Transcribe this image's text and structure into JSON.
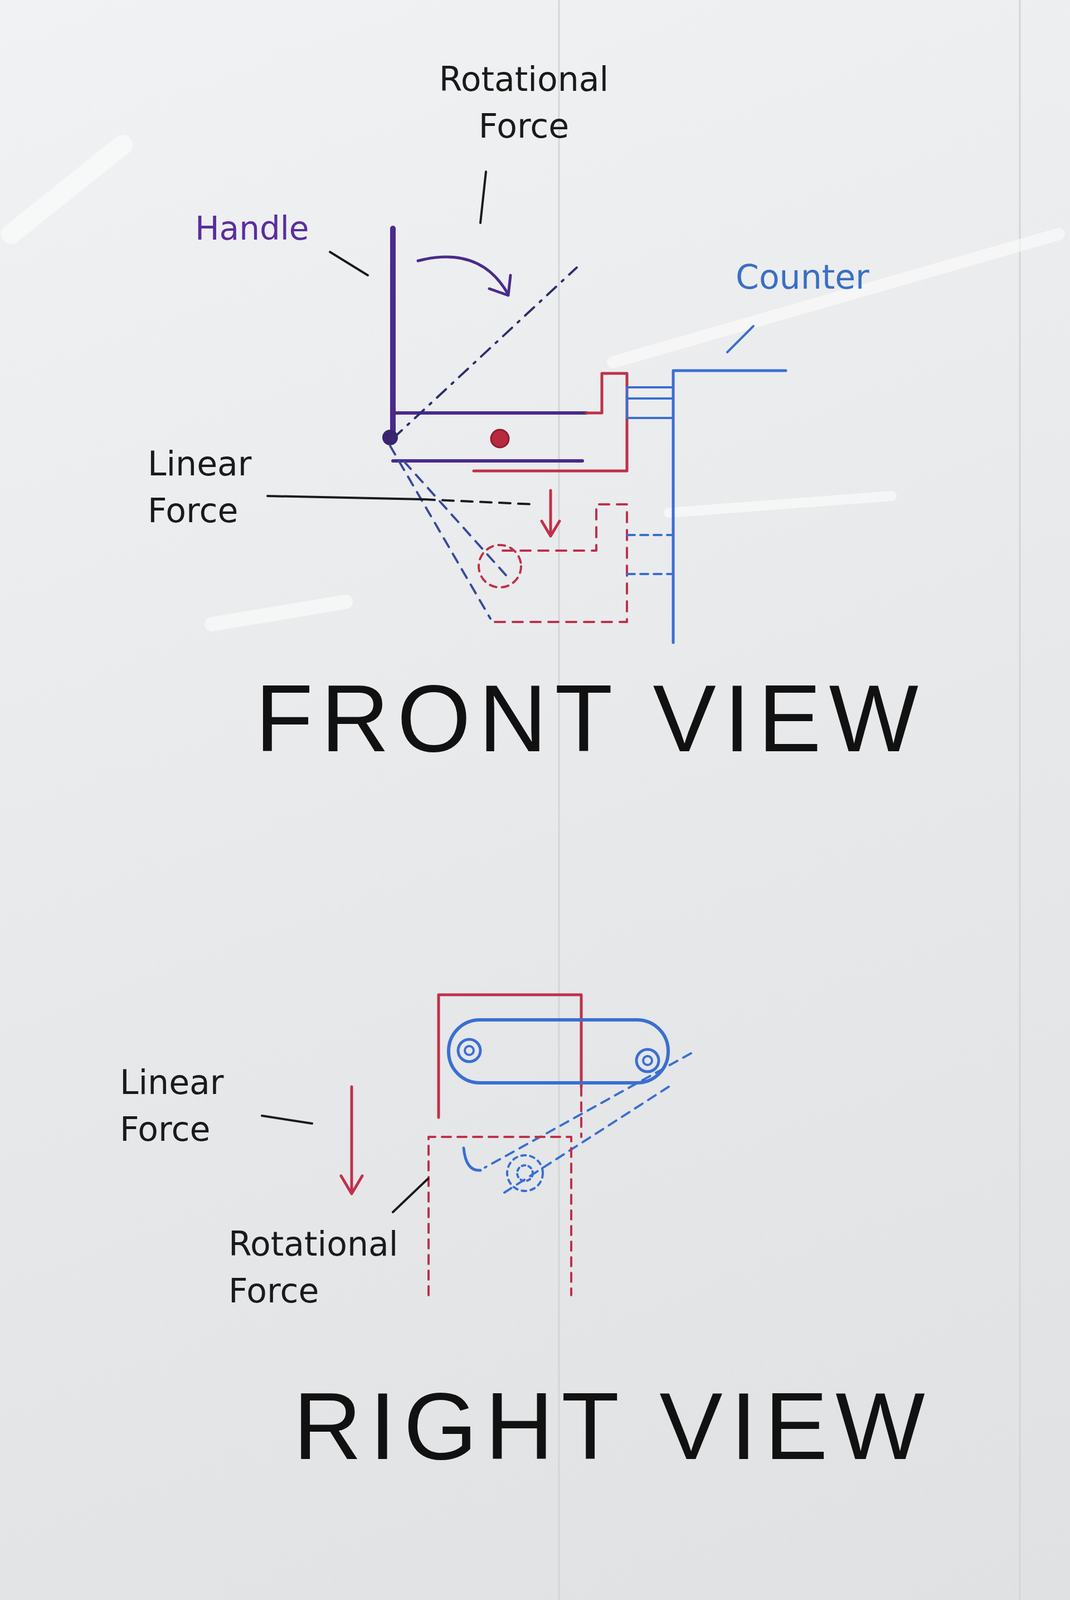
{
  "diagram": {
    "labels": [
      "Rotational Force",
      "Handle",
      "Counter",
      "Linear Force",
      "FRONT VIEW",
      "Linear Force",
      "Rotational Force",
      "RIGHT VIEW"
    ]
  }
}
